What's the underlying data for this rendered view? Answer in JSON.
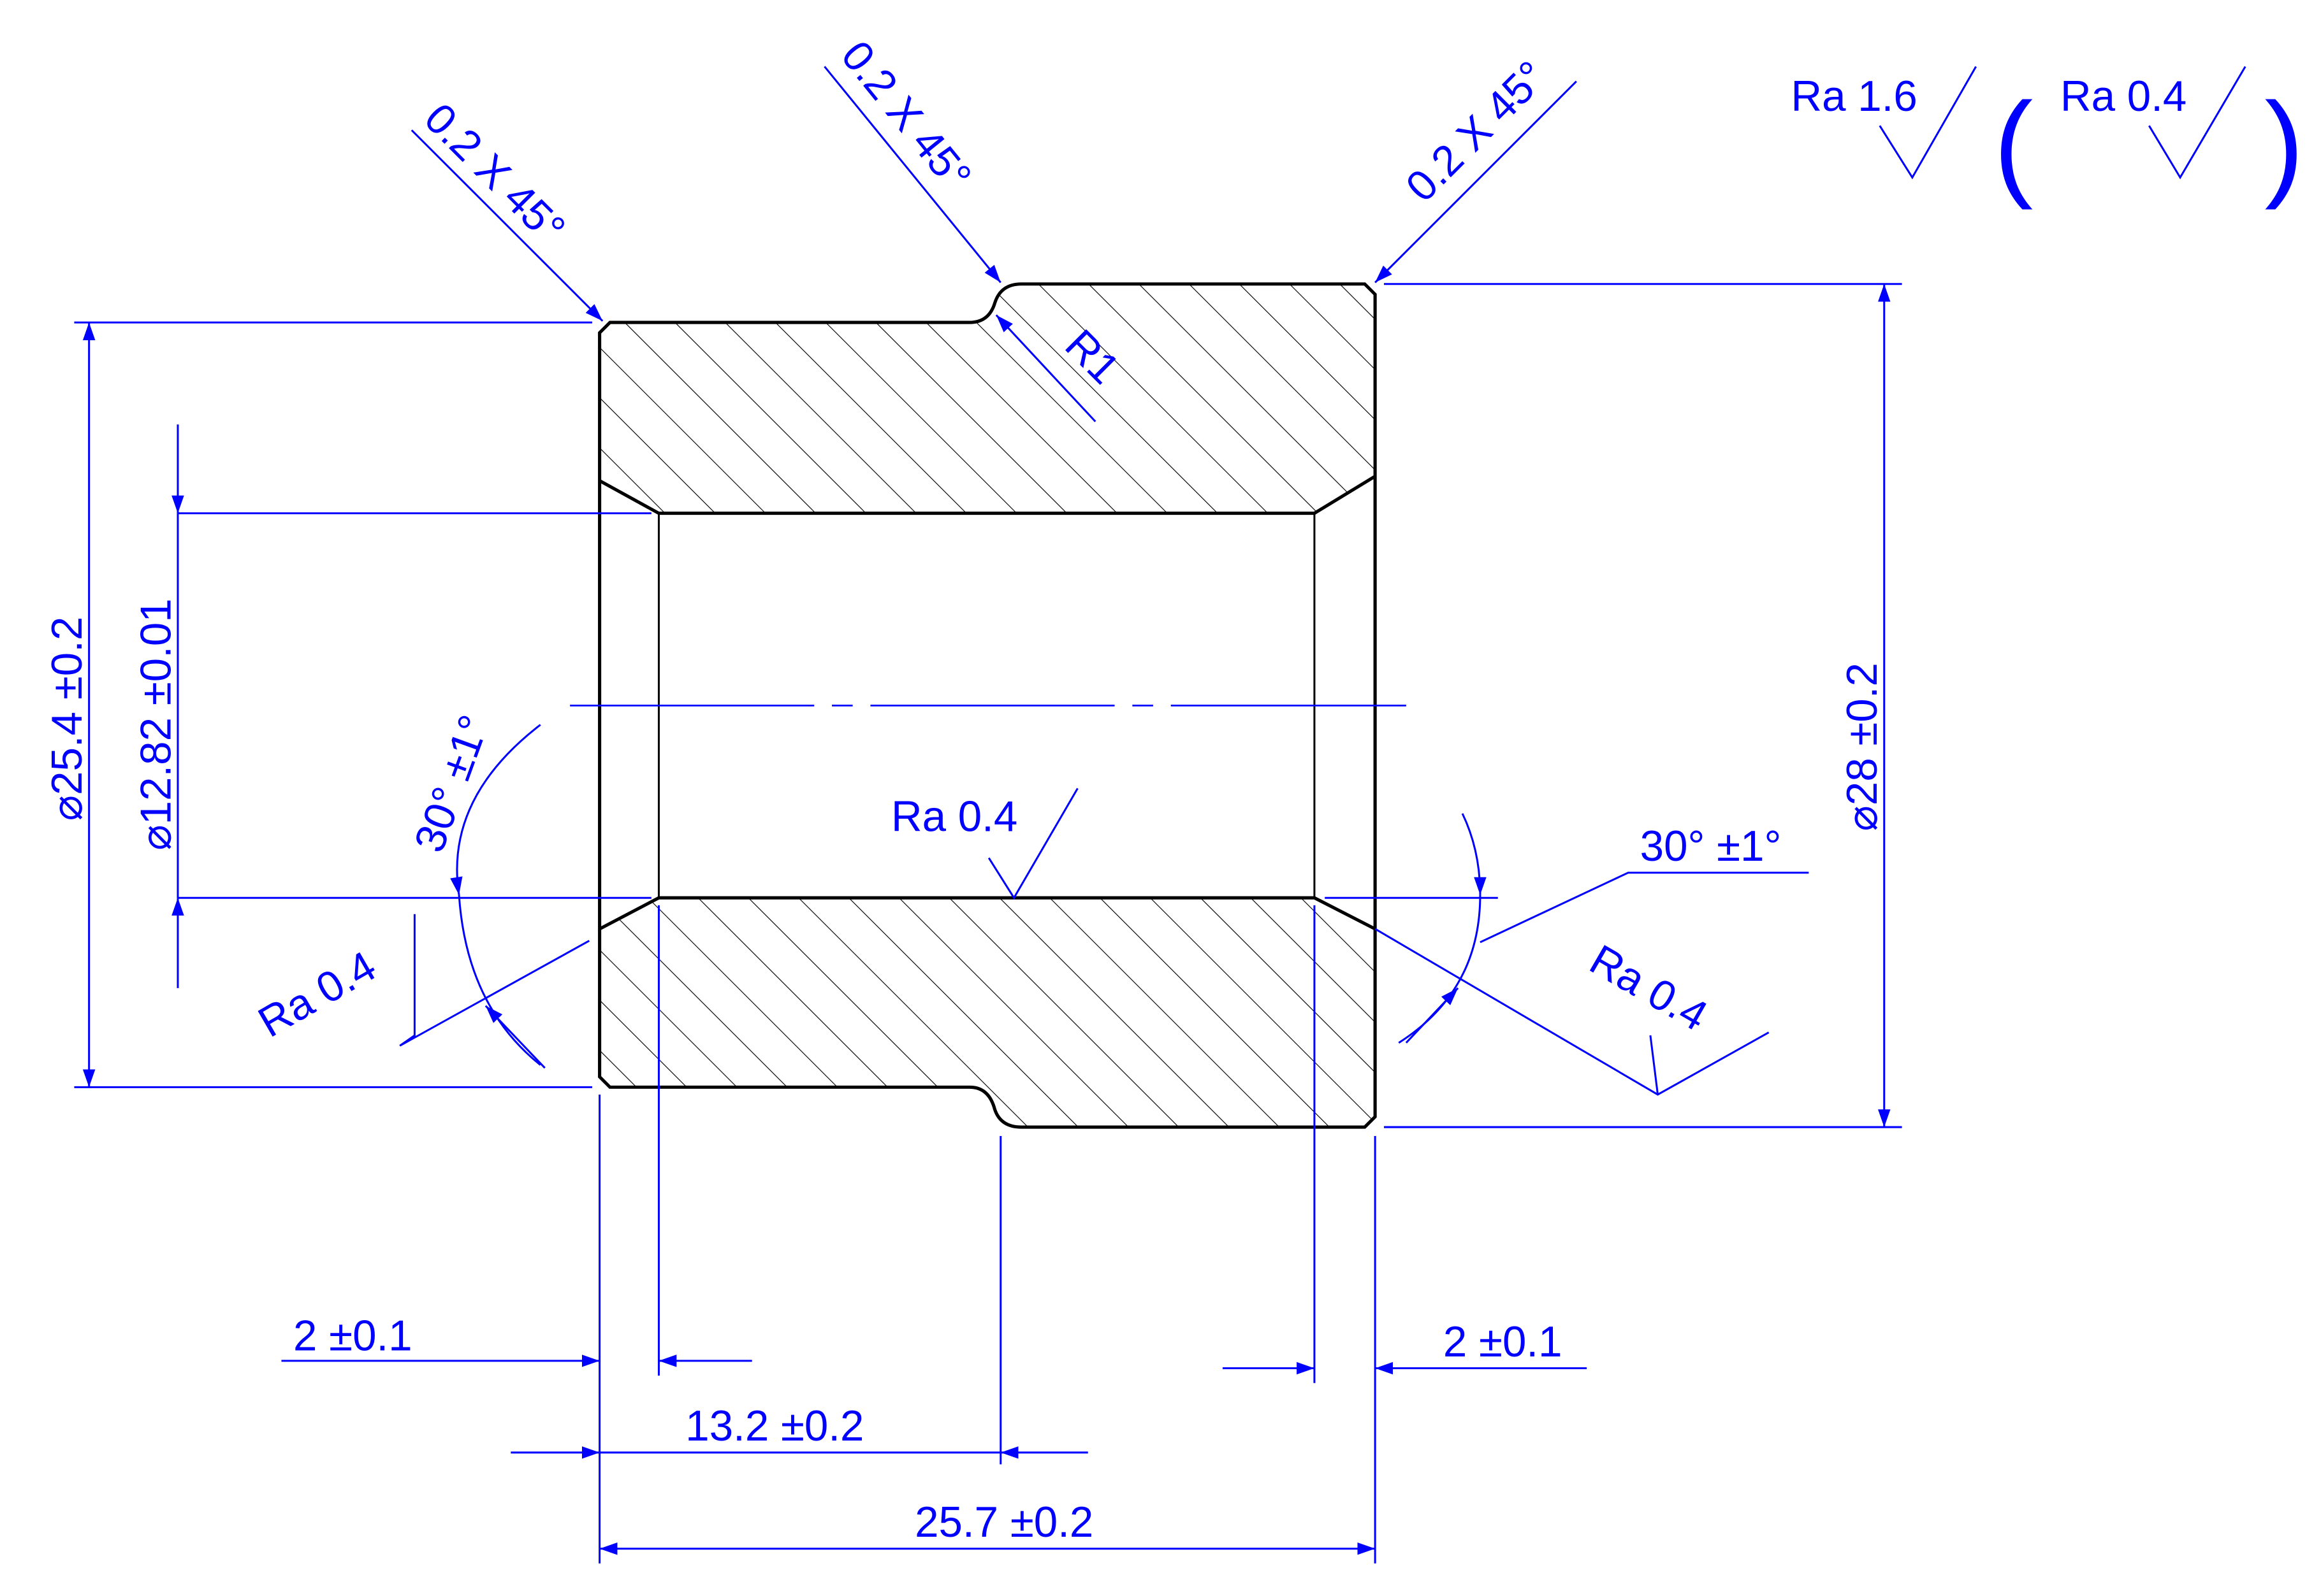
{
  "colors": {
    "dimension": "#0000ff",
    "outline": "#000000",
    "background": "#ffffff"
  },
  "surface_finish": {
    "general": "Ra 1.6",
    "bracket_open": "(",
    "bracket_value": "Ra 0.4",
    "bracket_close": ")"
  },
  "chamfers": {
    "left": "0.2 X 45°",
    "middle": "0.2 X 45°",
    "right": "0.2 X 45°"
  },
  "radius": "R1",
  "diameters": {
    "outer_small": "⌀25.4 ±0.2",
    "bore": "⌀12.82 ±0.01",
    "outer_large": "⌀28 ±0.2"
  },
  "roughness": {
    "bore": "Ra 0.4",
    "left_chamfer": "Ra 0.4",
    "right_chamfer": "Ra 0.4"
  },
  "angles": {
    "left": "30° ±1°",
    "right": "30° ±1°"
  },
  "lengths": {
    "left_chamfer": "2 ±0.1",
    "right_chamfer": "2 ±0.1",
    "shoulder": "13.2 ±0.2",
    "overall": "25.7 ±0.2"
  }
}
